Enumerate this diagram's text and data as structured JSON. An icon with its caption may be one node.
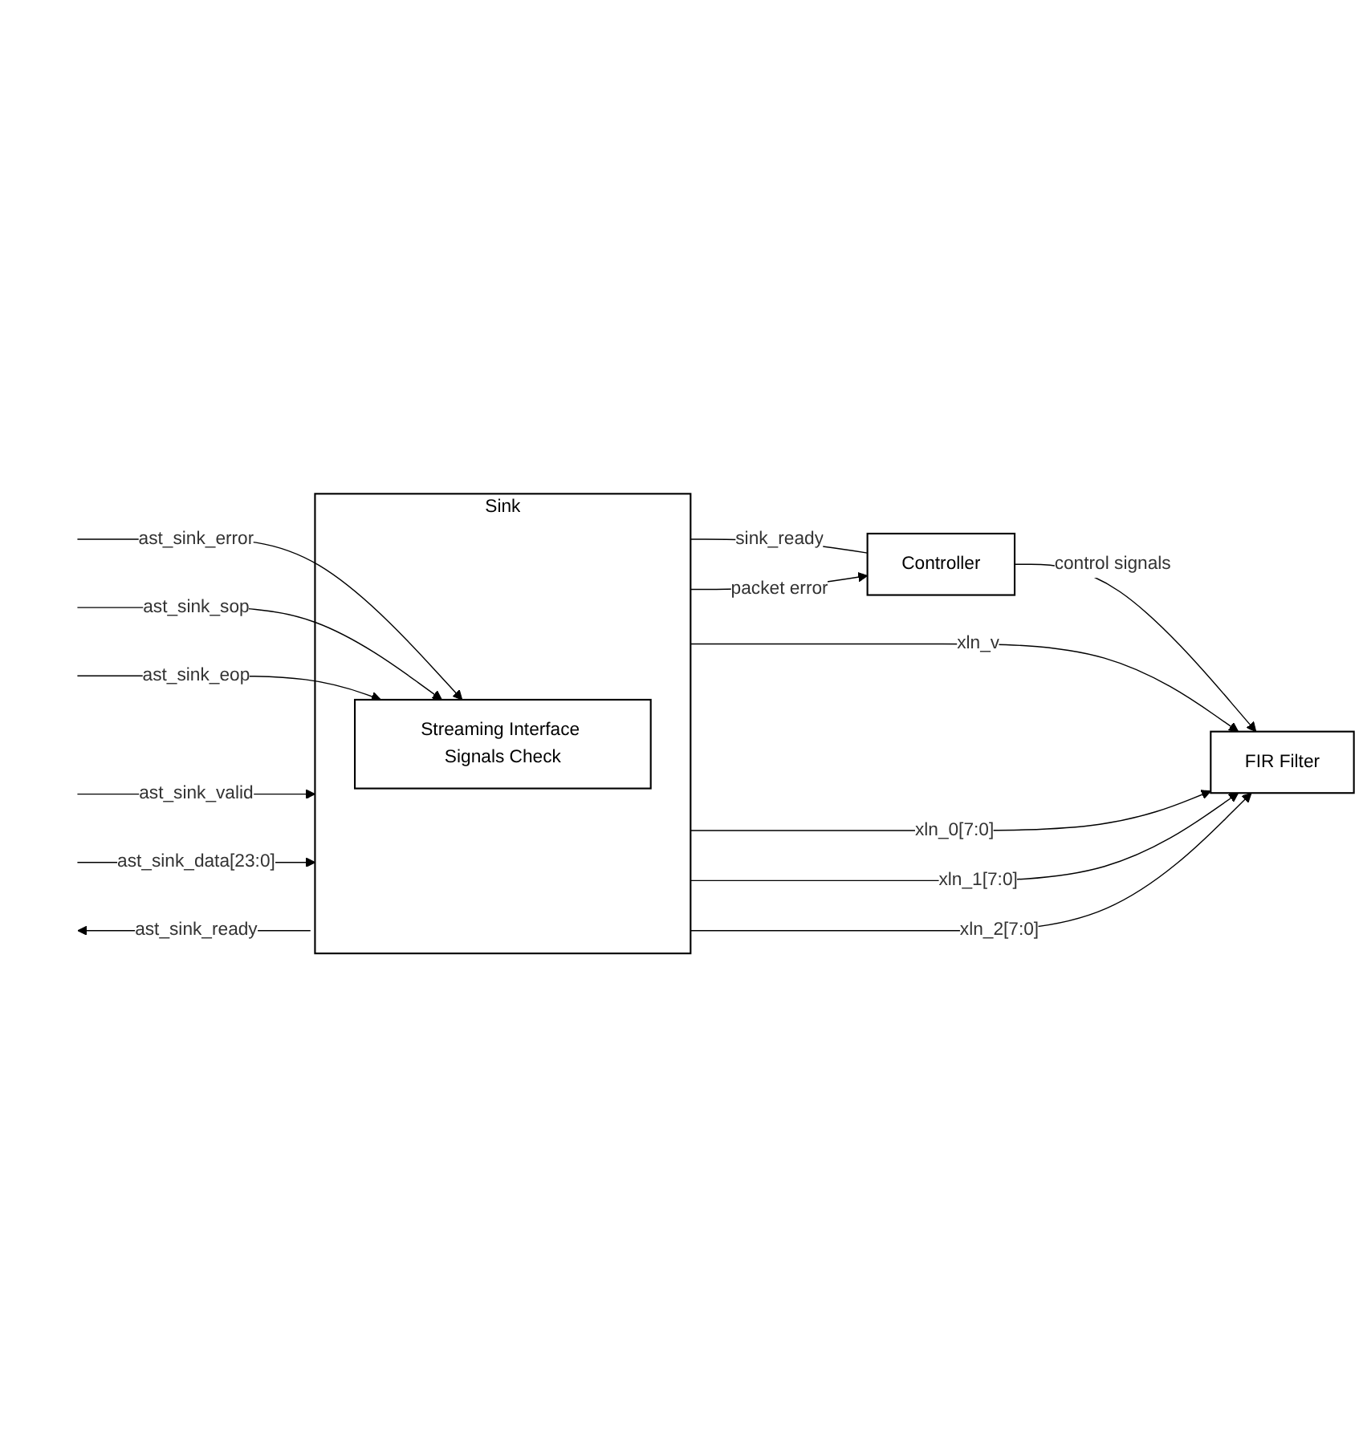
{
  "diagram": {
    "nodes": [
      {
        "text": [
          "Sink"
        ]
      },
      {
        "text": [
          "Streaming Interface Signals Check"
        ],
        "in": 0
      },
      {
        "text": [
          "Controller"
        ]
      },
      {
        "text": [
          "FIR Filter"
        ]
      }
    ],
    "edges": [
      {
        "from": 0,
        "to": 2,
        "label": "sink_ready",
        "arrow": "none"
      },
      {
        "from": 0,
        "to": 2,
        "label": "packet error",
        "arrow": "to"
      },
      {
        "from": 2,
        "to": 3,
        "label": "control signals",
        "arrow": "to"
      },
      {
        "from": 0,
        "to": 3,
        "label": "xln_v",
        "arrow": "to"
      },
      {
        "from": 0,
        "to": 3,
        "label": "xln_0[7:0]",
        "arrow": "to"
      },
      {
        "from": 0,
        "to": 3,
        "label": "xln_1[7:0]",
        "arrow": "to"
      },
      {
        "from": 0,
        "to": 3,
        "label": "xln_2[7:0]",
        "arrow": "to"
      },
      {
        "from": null,
        "to": 1,
        "label": "ast_sink_error",
        "arrow": "to"
      },
      {
        "from": null,
        "to": 1,
        "label": "ast_sink_sop",
        "arrow": "to"
      },
      {
        "from": null,
        "to": 1,
        "label": "ast_sink_eop",
        "arrow": "to"
      },
      {
        "from": null,
        "to": 0,
        "label": "ast_sink_valid",
        "arrow": "to"
      },
      {
        "from": null,
        "to": 0,
        "label": "ast_sink_data[23:0]",
        "arrow": "to"
      },
      {
        "from": 0,
        "to": null,
        "label": "ast_sink_ready",
        "arrow": "to"
      }
    ]
  }
}
